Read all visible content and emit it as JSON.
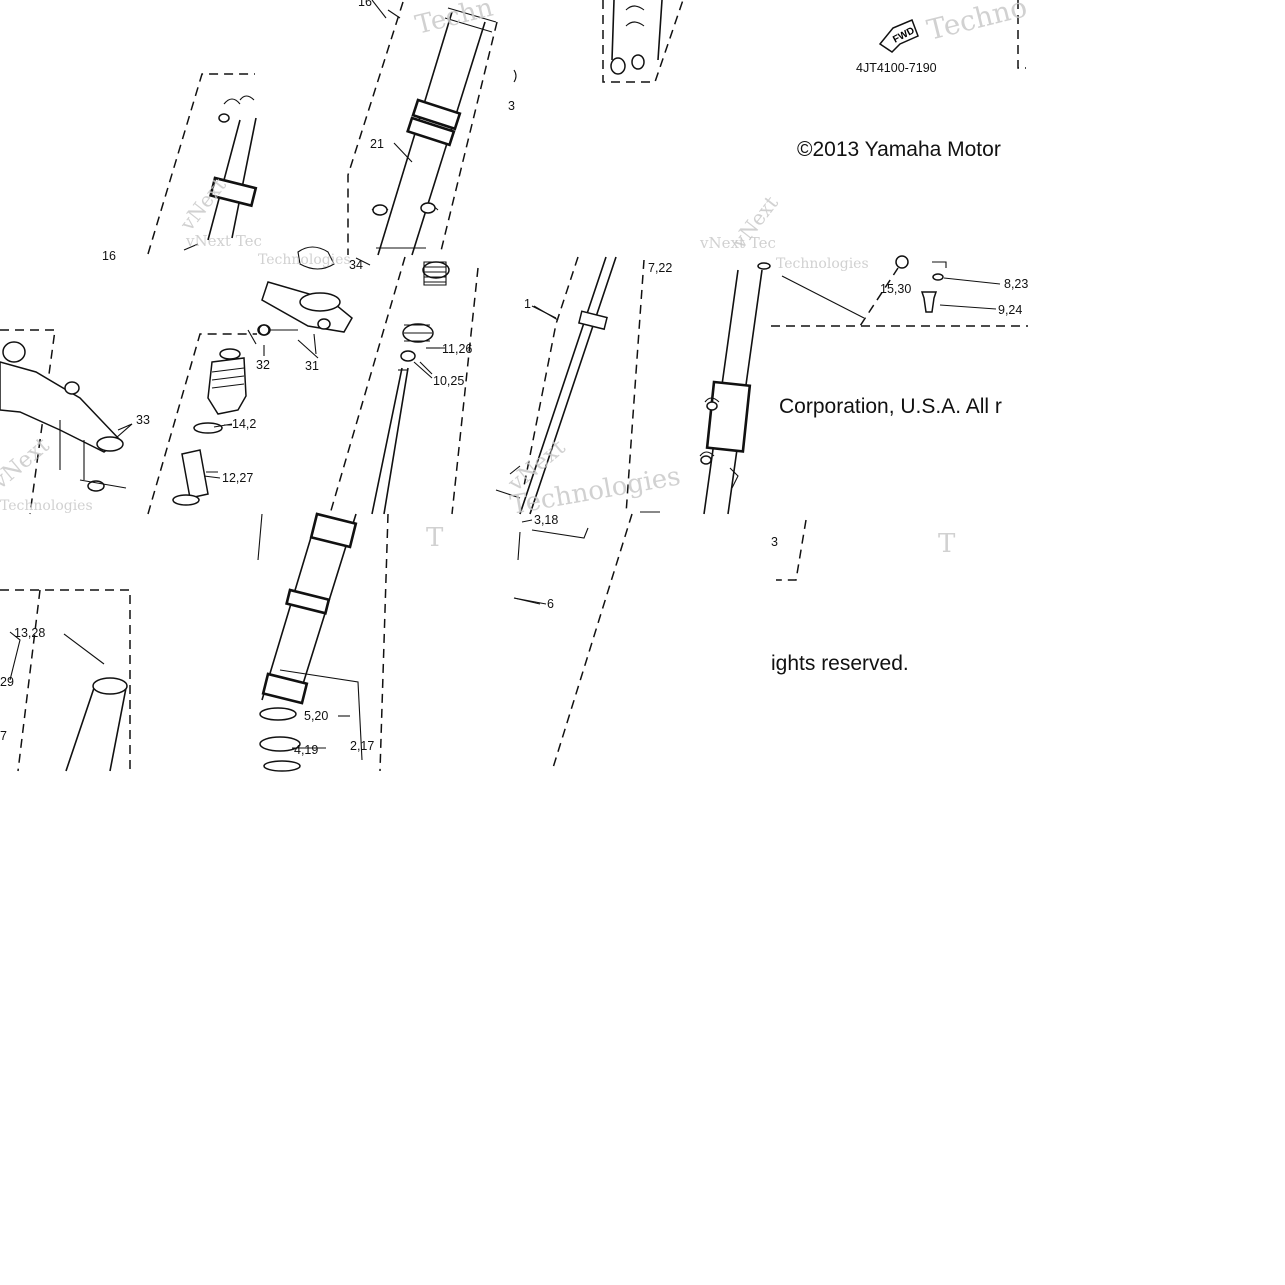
{
  "diagram": {
    "part_number": "4JT4100-7190",
    "direction_marker": "FWD",
    "copyright": {
      "line1": "©2013 Yamaha Motor",
      "line2": "Corporation, U.S.A. All r",
      "line3": "ights reserved."
    },
    "watermarks": {
      "vnext": "vNext",
      "vnext_tec": "vNext Tec",
      "vnext_technologies": "vNext Technologies",
      "technologies": "Technologies",
      "techno": "Techno",
      "techn": "Techn",
      "t": "T"
    },
    "callouts": {
      "c16a": "16",
      "c16b": "16",
      "c21": "21",
      "c34": "34",
      "c11_26": "11,26",
      "c10_25": "10,25",
      "c1": "1",
      "c7_22": "7,22",
      "c15_30": "15,30",
      "c8_23": "8,23",
      "c9_24": "9,24",
      "c32": "32",
      "c31": "31",
      "c33": "33",
      "c14": "14,2",
      "c12_27": "12,27",
      "c3_18": "3,18",
      "c6": "6",
      "c13_28": "13,28",
      "c29": "29",
      "c7": "7",
      "c5_20": "5,20",
      "c4_19": "4,19",
      "c2_17": "2,17",
      "c3_partial": "3",
      "c3_top_partial": "3"
    }
  }
}
